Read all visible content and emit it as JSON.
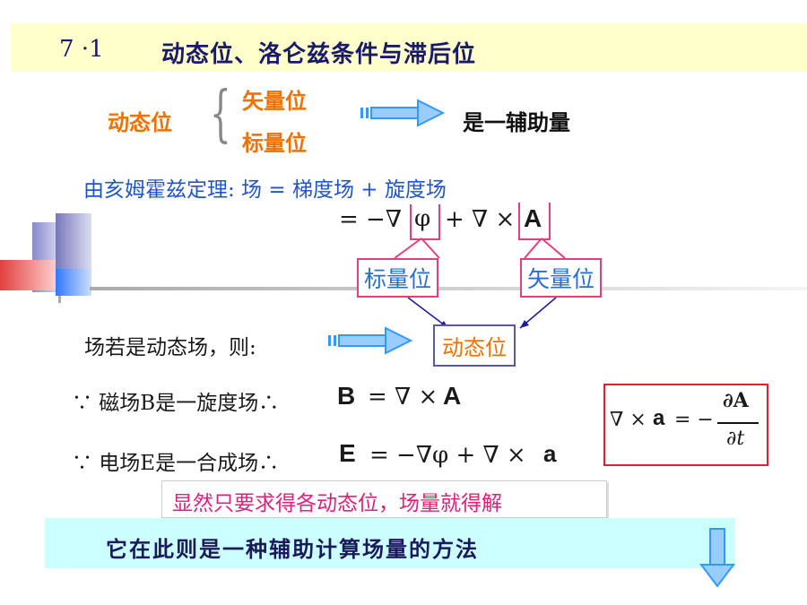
{
  "title": {
    "number": "7 ·1",
    "text": "动态位、洛仑兹条件与滞后位"
  },
  "potential": {
    "label": "动态位",
    "vector": "矢量位",
    "scalar": "标量位",
    "result": "是一辅助量"
  },
  "helmholtz": {
    "text": "由亥姆霍兹定理:  场 = 梯度场 + 旋度场",
    "eq_prefix": "= −∇",
    "phi": "φ",
    "eq_mid": " + ∇ ×",
    "A": "A",
    "scalar_label": "标量位",
    "vector_label": "矢量位"
  },
  "dynamic": {
    "text": "场若是动态场，则:",
    "box": "动态位"
  },
  "magnetic": {
    "text": "∵ 磁场B是一旋度场∴",
    "B": "B",
    "eq": "= ∇ ×",
    "A": "A"
  },
  "electric": {
    "text": "∵ 电场E是一合成场∴",
    "E": "E",
    "eq": "= −∇φ + ∇ ×",
    "a": "a"
  },
  "formula": {
    "lhs": "∇ ×",
    "a": "a",
    "eq": "= −",
    "num": "∂A",
    "den": "∂t"
  },
  "conclusion": "显然只要求得各动态位，场量就得解",
  "bottom": "它在此则是一种辅助计算场量的方法",
  "colors": {
    "title_bg": "#ffffcc",
    "bottom_bg": "#ccffff",
    "orange": "#f07000",
    "blue": "#2255cc",
    "pink": "#e04080",
    "arrow": "#3399ff"
  }
}
